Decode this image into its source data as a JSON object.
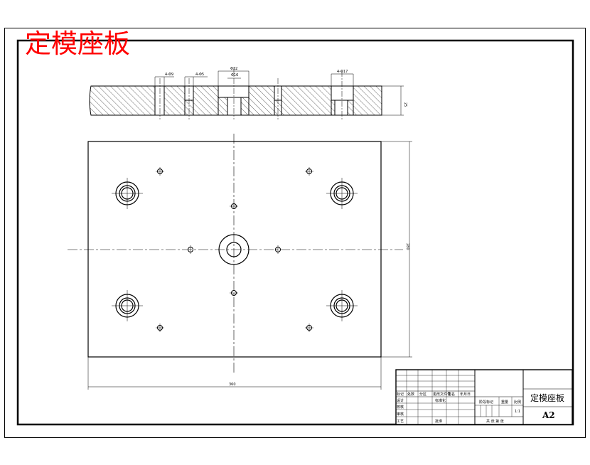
{
  "drawing": {
    "title": "定模座板",
    "part_name": "定模座板",
    "sheet_size": "A2",
    "scale": "1:1",
    "sheets_text": "共 张 第 张"
  },
  "dimensions": {
    "width": "360",
    "height": "280",
    "thickness": "25",
    "central_hole": "Φ32",
    "central_inner": "Φ16",
    "hole_callout_left": "4-Φ9",
    "hole_callout_mid": "4-Φ5",
    "hole_callout_right": "4-Φ17"
  },
  "title_block": {
    "labels": {
      "mark": "标记",
      "count": "处数",
      "zone": "分区",
      "change_doc": "更改文件号",
      "signature": "签名",
      "date": "年月日",
      "design": "设计",
      "standardize": "标准化",
      "check": "校核",
      "review": "审核",
      "process": "工艺",
      "approve": "批准",
      "stage_mark": "阶段标记",
      "weight": "重量",
      "scale": "比例"
    }
  }
}
